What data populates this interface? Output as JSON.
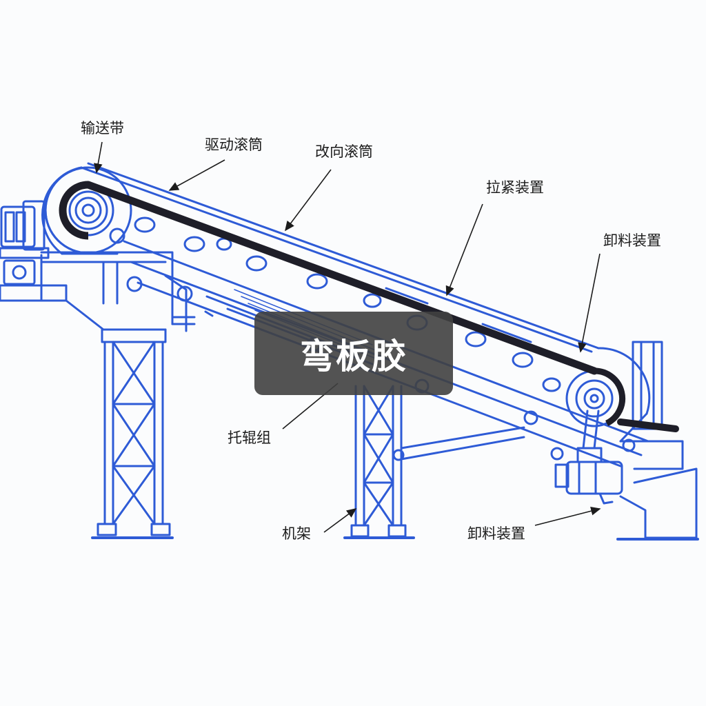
{
  "colors": {
    "line": "#2e5bd6",
    "line_light": "#7da0ec",
    "belt": "#1e1e28",
    "text": "#1c1c1c",
    "overlay_bg": "#404040",
    "overlay_text": "#ffffff"
  },
  "labels": {
    "conveyor_belt": "输送带",
    "drive_pulley": "驱动滚筒",
    "bend_pulley": "改向滚筒",
    "tension_device": "拉紧装置",
    "unloading_device_top": "卸料装置",
    "idler_set": "托辊组",
    "frame": "机架",
    "unloading_device_bottom": "卸料装置"
  },
  "overlay": {
    "text": "弯板胶"
  }
}
